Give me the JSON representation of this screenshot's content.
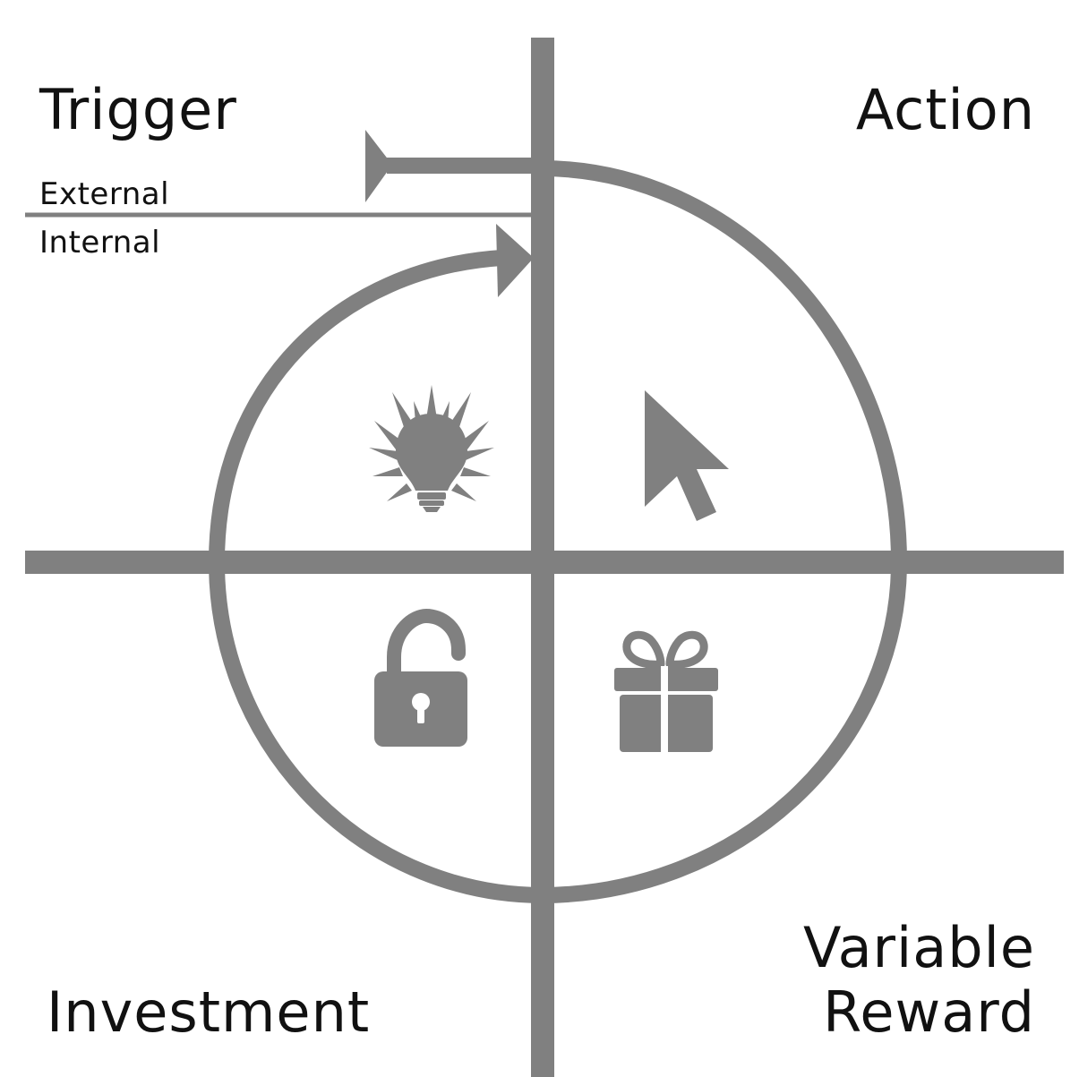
{
  "colors": {
    "ink": "#808080",
    "text": "#111111",
    "background": "#ffffff"
  },
  "quadrants": {
    "trigger": {
      "label": "Trigger",
      "icon": "lightbulb-icon",
      "sublabels": {
        "external": "External",
        "internal": "Internal"
      }
    },
    "action": {
      "label": "Action",
      "icon": "cursor-arrow-icon"
    },
    "variable_reward": {
      "label_line1": "Variable",
      "label_line2": "Reward",
      "icon": "gift-icon"
    },
    "investment": {
      "label": "Investment",
      "icon": "unlocked-padlock-icon"
    }
  }
}
